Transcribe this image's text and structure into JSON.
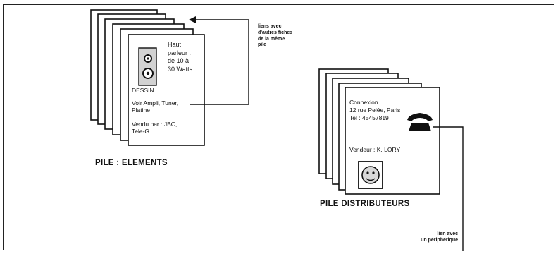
{
  "elements_stack": {
    "card": {
      "title": "Haut\nparleur :\nde 10 à\n30 Watts",
      "drawing_label": "DESSIN",
      "see_line": "Voir Ampli, Tuner,\n  Platine",
      "sold_by": "Vendu par : JBC,\n  Tele-G"
    },
    "label": "PILE : ELEMENTS",
    "link_note": "liens avec\nd'autres fiches\nde la même\npile"
  },
  "distributors_stack": {
    "card": {
      "connexion": "Connexion\n12 rue Pelée, Paris\nTel  : 45457819",
      "vendor": "Vendeur : K. LORY"
    },
    "label": "PILE  DISTRIBUTEURS",
    "link_note": "lien avec\nun périphérique"
  },
  "icons": [
    "speaker-icon",
    "telephone-icon",
    "face-icon"
  ]
}
